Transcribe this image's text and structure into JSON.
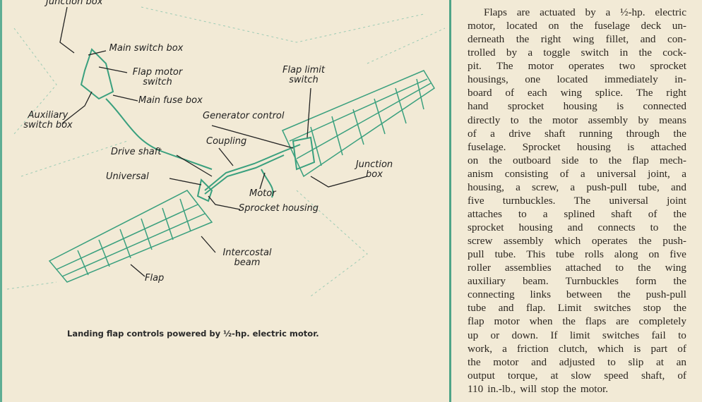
{
  "diagram": {
    "labels": {
      "junction_box_top": "Junction box",
      "main_switch_box": "Main switch box",
      "flap_motor_switch": "Flap motor switch",
      "main_fuse_box": "Main fuse box",
      "auxiliary_switch_box": "Auxiliary switch box",
      "flap_limit_switch": "Flap limit switch",
      "generator_control": "Generator control",
      "coupling": "Coupling",
      "drive_shaft": "Drive shaft",
      "universal": "Universal",
      "motor": "Motor",
      "sprocket_housing": "Sprocket housing",
      "junction_box_right": "Junction box",
      "intercostal_beam": "Intercostal beam",
      "flap": "Flap"
    },
    "caption": "Landing flap controls powered by ½-hp. electric motor.",
    "colors": {
      "ink": "#3aa07e",
      "paper": "#f2ead6"
    }
  },
  "body_text": {
    "lines": [
      "Flaps are actuated by a ½-hp. electric",
      "motor, located on the fuselage deck un-",
      "derneath the right wing fillet, and con-",
      "trolled by a toggle switch in the cock-",
      "pit. The motor operates two sprocket",
      "housings, one located immediately in-",
      "board of each wing splice. The right",
      "hand sprocket housing is connected",
      "directly to the motor assembly by means",
      "of a drive shaft running through the",
      "fuselage. Sprocket housing is attached",
      "on the outboard side to the flap mech-",
      "anism consisting of a universal joint, a",
      "housing, a screw, a push-pull tube, and",
      "five turnbuckles. The universal joint",
      "attaches to a splined shaft of the",
      "sprocket housing and connects to the",
      "screw assembly which operates the push-",
      "pull tube. This tube rolls along on five",
      "roller assemblies attached to the wing",
      "auxiliary beam. Turnbuckles form the",
      "connecting links between the push-pull",
      "tube and flap. Limit switches stop the",
      "flap motor when the flaps are completely",
      "up or down. If limit switches fail to",
      "work, a friction clutch, which is part of",
      "the motor and adjusted to slip at an",
      "output torque, at slow speed shaft, of",
      "110 in.-lb., will stop the motor."
    ]
  }
}
